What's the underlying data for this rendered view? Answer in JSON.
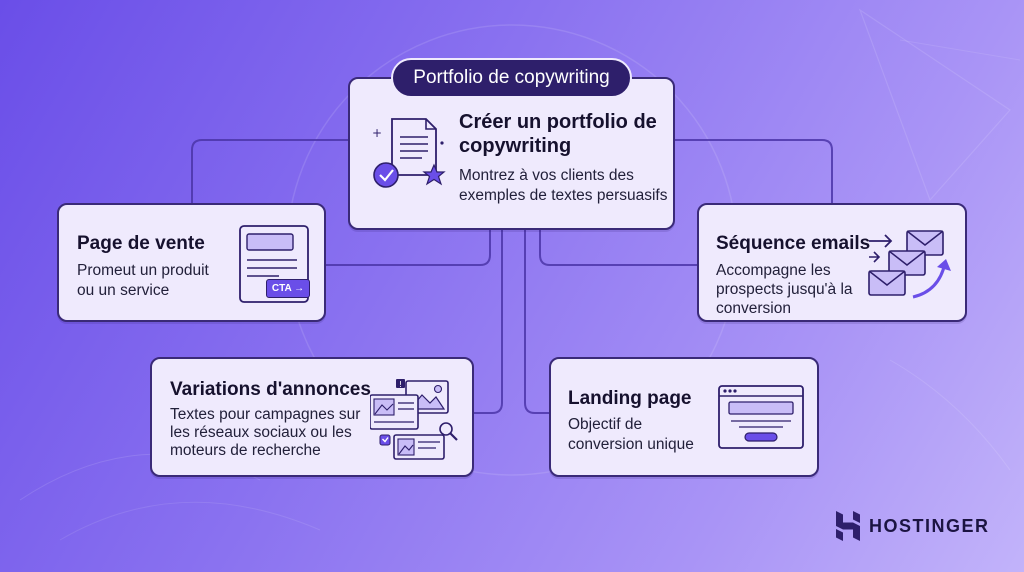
{
  "header": {
    "label": "Portfolio de copywriting"
  },
  "center": {
    "title": "Créer un portfolio de copywriting",
    "description": "Montrez à vos clients des exemples de textes persuasifs"
  },
  "cards": {
    "sales_page": {
      "title": "Page de vente",
      "description": "Promeut un produit ou un service",
      "cta_label": "CTA →"
    },
    "email_sequence": {
      "title": "Séquence emails",
      "description": "Accompagne les prospects jusqu'à la conversion"
    },
    "ad_variations": {
      "title": "Variations d'annonces",
      "description": "Textes pour campagnes sur les réseaux sociaux ou les moteurs de recherche"
    },
    "landing_page": {
      "title": "Landing page",
      "description": "Objectif de conversion unique"
    }
  },
  "brand": {
    "name": "HOSTINGER",
    "logo_icon": "hostinger-h-logo"
  },
  "colors": {
    "accent": "#6a4ee8",
    "dark": "#2e1f6b",
    "card_bg": "#efeafd",
    "icon_fill": "#c9bdf7"
  }
}
